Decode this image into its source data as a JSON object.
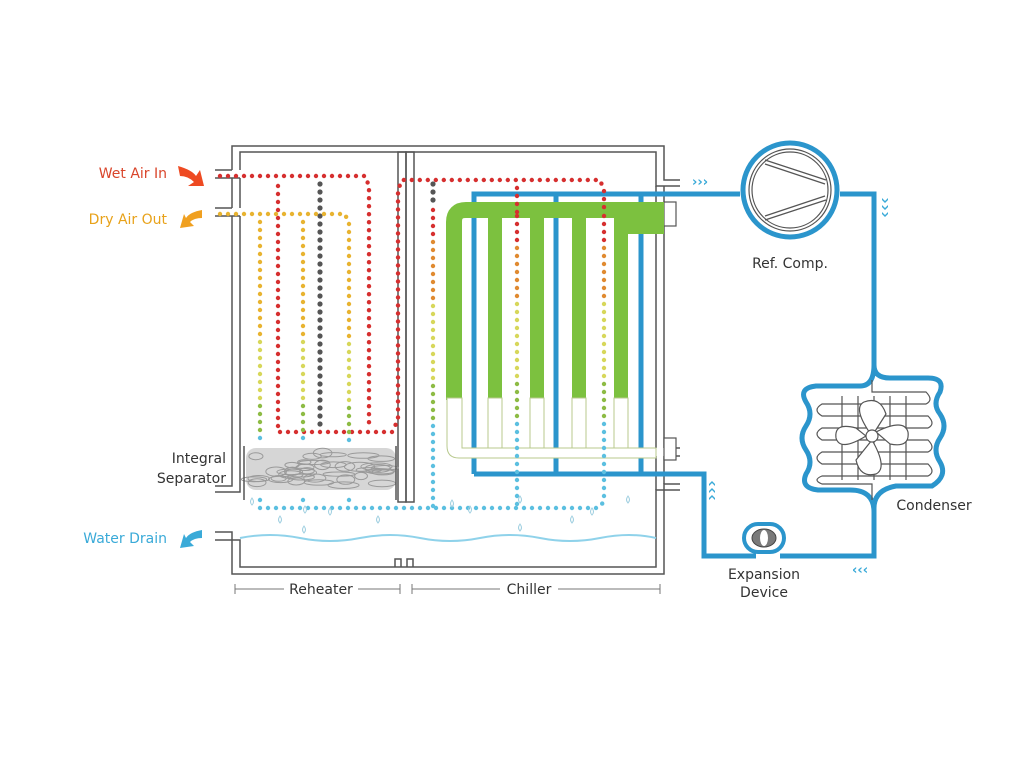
{
  "title": "Refrigerated Air Dryer Flow Diagram",
  "labels": {
    "wet_air_in": "Wet Air In",
    "dry_air_out": "Dry Air Out",
    "integral_separator_line1": "Integral",
    "integral_separator_line2": "Separator",
    "water_drain": "Water Drain",
    "reheater": "Reheater",
    "chiller": "Chiller",
    "ref_comp": "Ref. Comp.",
    "condenser": "Condenser",
    "expansion_line1": "Expansion",
    "expansion_line2": "Device"
  },
  "flow_arrows": {
    "top": "›››",
    "right": "⌄⌄⌄",
    "bottom": "‹‹‹",
    "left_up": "^^^"
  },
  "colors": {
    "wet_air": "#d62f2f",
    "dry_air": "#e8b330",
    "water": "#5bbfe0",
    "refrigerant": "#2b95cc",
    "coil": "#7cc13f",
    "moisture_dots": "#555555",
    "wall": "#555555",
    "wet_arrow": "#ee4a22",
    "dry_arrow": "#f0a020",
    "drain_arrow": "#3aaad8"
  },
  "icons": {
    "wet_air_in": "curved-arrow-right-icon",
    "dry_air_out": "curved-arrow-left-icon",
    "water_drain": "curved-arrow-left-icon",
    "compressor": "compressor-icon",
    "condenser": "condenser-fan-icon",
    "expansion": "expansion-valve-icon"
  }
}
